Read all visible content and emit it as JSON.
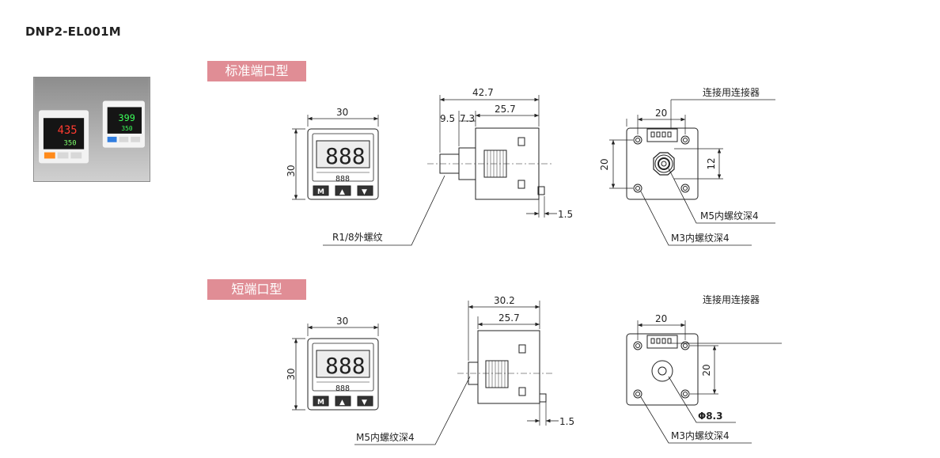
{
  "model": "DNP2-EL001M",
  "photo": {
    "display_left": "435",
    "display_left_sub": "350",
    "display_right": "399",
    "display_right_sub": "350"
  },
  "variants": [
    {
      "label": "标准端口型",
      "front": {
        "width": "30",
        "height": "30",
        "digits": "888",
        "sub_digits": "888",
        "buttons": [
          "M",
          "▲",
          "▼"
        ]
      },
      "side": {
        "overall": "42.7",
        "body": "25.7",
        "d1": "9.5",
        "d2": "7.3",
        "tab": "1.5",
        "callout": "R1/8外螺纹"
      },
      "rear": {
        "title": "连接用连接器",
        "width": "20",
        "height": "20",
        "port_offset": "12",
        "callout_port": "M5内螺纹深4",
        "callout_mount": "M3内螺纹深4"
      }
    },
    {
      "label": "短端口型",
      "front": {
        "width": "30",
        "height": "30",
        "digits": "888",
        "sub_digits": "888",
        "buttons": [
          "M",
          "▲",
          "▼"
        ]
      },
      "side": {
        "overall": "30.2",
        "body": "25.7",
        "tab": "1.5",
        "callout": "M5内螺纹深4"
      },
      "rear": {
        "title": "连接用连接器",
        "width": "20",
        "height": "20",
        "diameter": "Φ8.3",
        "callout_mount": "M3内螺纹深4"
      }
    }
  ]
}
